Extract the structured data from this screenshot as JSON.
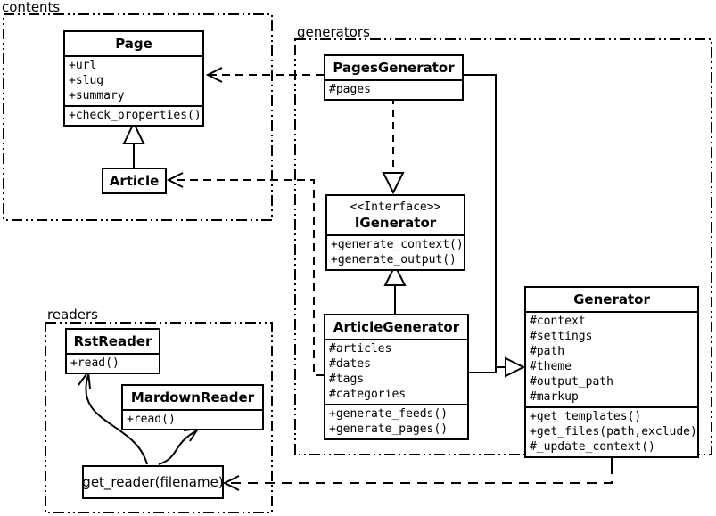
{
  "diagram": {
    "packages": {
      "contents": {
        "label": "contents"
      },
      "generators": {
        "label": "generators"
      },
      "readers": {
        "label": "readers"
      }
    },
    "classes": {
      "page": {
        "name": "Page",
        "attributes": [
          "+url",
          "+slug",
          "+summary"
        ],
        "methods": [
          "+check_properties()"
        ]
      },
      "article": {
        "name": "Article",
        "attributes": [],
        "methods": []
      },
      "pages_generator": {
        "name": "PagesGenerator",
        "attributes": [
          "#pages"
        ],
        "methods": []
      },
      "igenerator": {
        "stereotype": "<<Interface>>",
        "name": "IGenerator",
        "attributes": [],
        "methods": [
          "+generate_context()",
          "+generate_output()"
        ]
      },
      "article_generator": {
        "name": "ArticleGenerator",
        "attributes": [
          "#articles",
          "#dates",
          "#tags",
          "#categories"
        ],
        "methods": [
          "+generate_feeds()",
          "+generate_pages()"
        ]
      },
      "generator": {
        "name": "Generator",
        "attributes": [
          "#context",
          "#settings",
          "#path",
          "#theme",
          "#output_path",
          "#markup"
        ],
        "methods": [
          "+get_templates()",
          "+get_files(path,exclude)",
          "#_update_context()"
        ]
      },
      "rst_reader": {
        "name": "RstReader",
        "attributes": [],
        "methods": [
          "+read()"
        ]
      },
      "markdown_reader": {
        "name": "MardownReader",
        "attributes": [],
        "methods": [
          "+read()"
        ]
      }
    },
    "functions": {
      "get_reader": {
        "label": "get_reader(filename)"
      }
    },
    "relationships": [
      {
        "from": "Article",
        "to": "Page",
        "type": "inheritance"
      },
      {
        "from": "PagesGenerator",
        "to": "IGenerator",
        "type": "realization"
      },
      {
        "from": "ArticleGenerator",
        "to": "IGenerator",
        "type": "inheritance"
      },
      {
        "from": "PagesGenerator",
        "to": "Generator",
        "type": "inheritance"
      },
      {
        "from": "ArticleGenerator",
        "to": "Generator",
        "type": "inheritance"
      },
      {
        "from": "PagesGenerator",
        "to": "Page",
        "type": "dependency"
      },
      {
        "from": "ArticleGenerator",
        "to": "Article",
        "type": "dependency"
      },
      {
        "from": "Generator",
        "to": "get_reader",
        "type": "dependency"
      },
      {
        "from": "get_reader",
        "to": "RstReader",
        "type": "dependency"
      },
      {
        "from": "get_reader",
        "to": "MardownReader",
        "type": "dependency"
      }
    ],
    "colors": {
      "line": "#000000",
      "background": "#ffffff",
      "box_fill": "#ffffff"
    }
  }
}
